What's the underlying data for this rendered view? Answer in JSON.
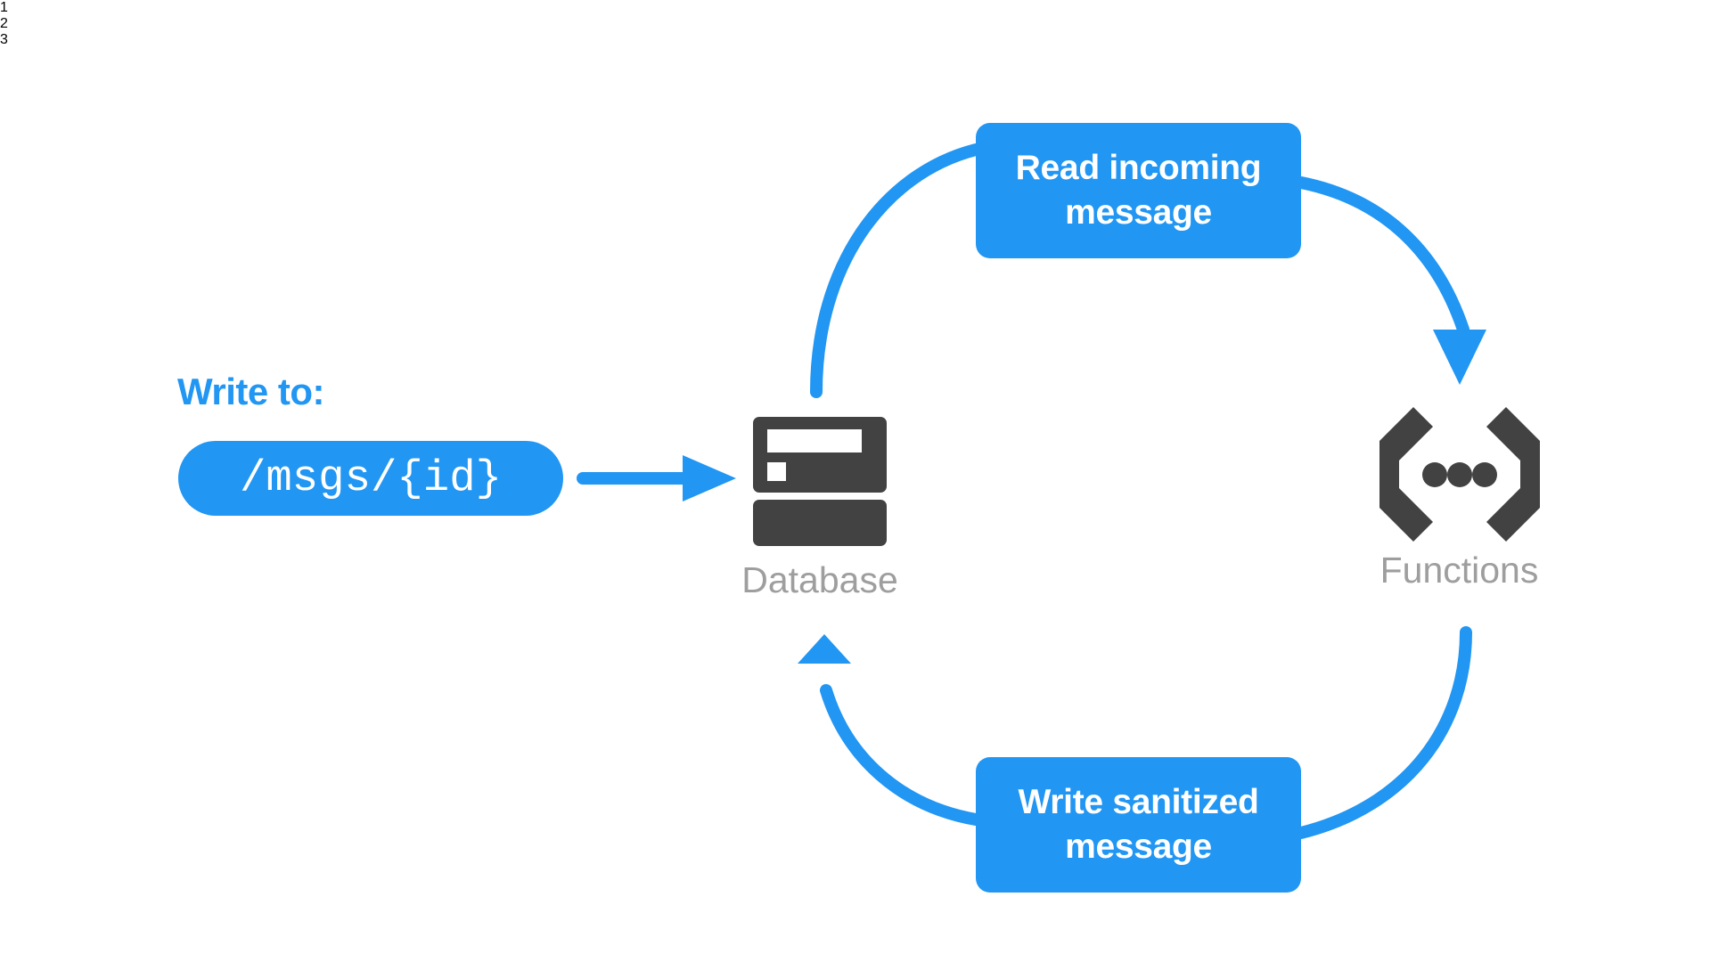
{
  "diagram": {
    "title_text": "Write to:",
    "accent_color": "#2196f3",
    "icon_color": "#424242",
    "label_color": "#9e9e9e",
    "background_color": "#ffffff"
  },
  "steps": [
    {
      "number": "1"
    },
    {
      "number": "2"
    },
    {
      "number": "3"
    }
  ],
  "write_path": {
    "label": "Write to:",
    "value": "/msgs/{id}"
  },
  "nodes": [
    {
      "id": "database",
      "label": "Database",
      "icon": "database-icon"
    },
    {
      "id": "functions",
      "label": "Functions",
      "icon": "functions-icon"
    }
  ],
  "actions": [
    {
      "id": "read",
      "line1": "Read incoming",
      "line2": "message"
    },
    {
      "id": "write",
      "line1": "Write sanitized",
      "line2": "message"
    }
  ],
  "connectors": [
    {
      "id": "pill-to-database",
      "type": "straight-arrow",
      "direction": "right"
    },
    {
      "id": "database-to-read",
      "type": "curve",
      "direction": "up-right"
    },
    {
      "id": "read-to-functions",
      "type": "curved-arrow",
      "direction": "down"
    },
    {
      "id": "functions-to-write",
      "type": "curve",
      "direction": "down-left"
    },
    {
      "id": "write-to-database",
      "type": "curved-arrow",
      "direction": "up"
    }
  ]
}
